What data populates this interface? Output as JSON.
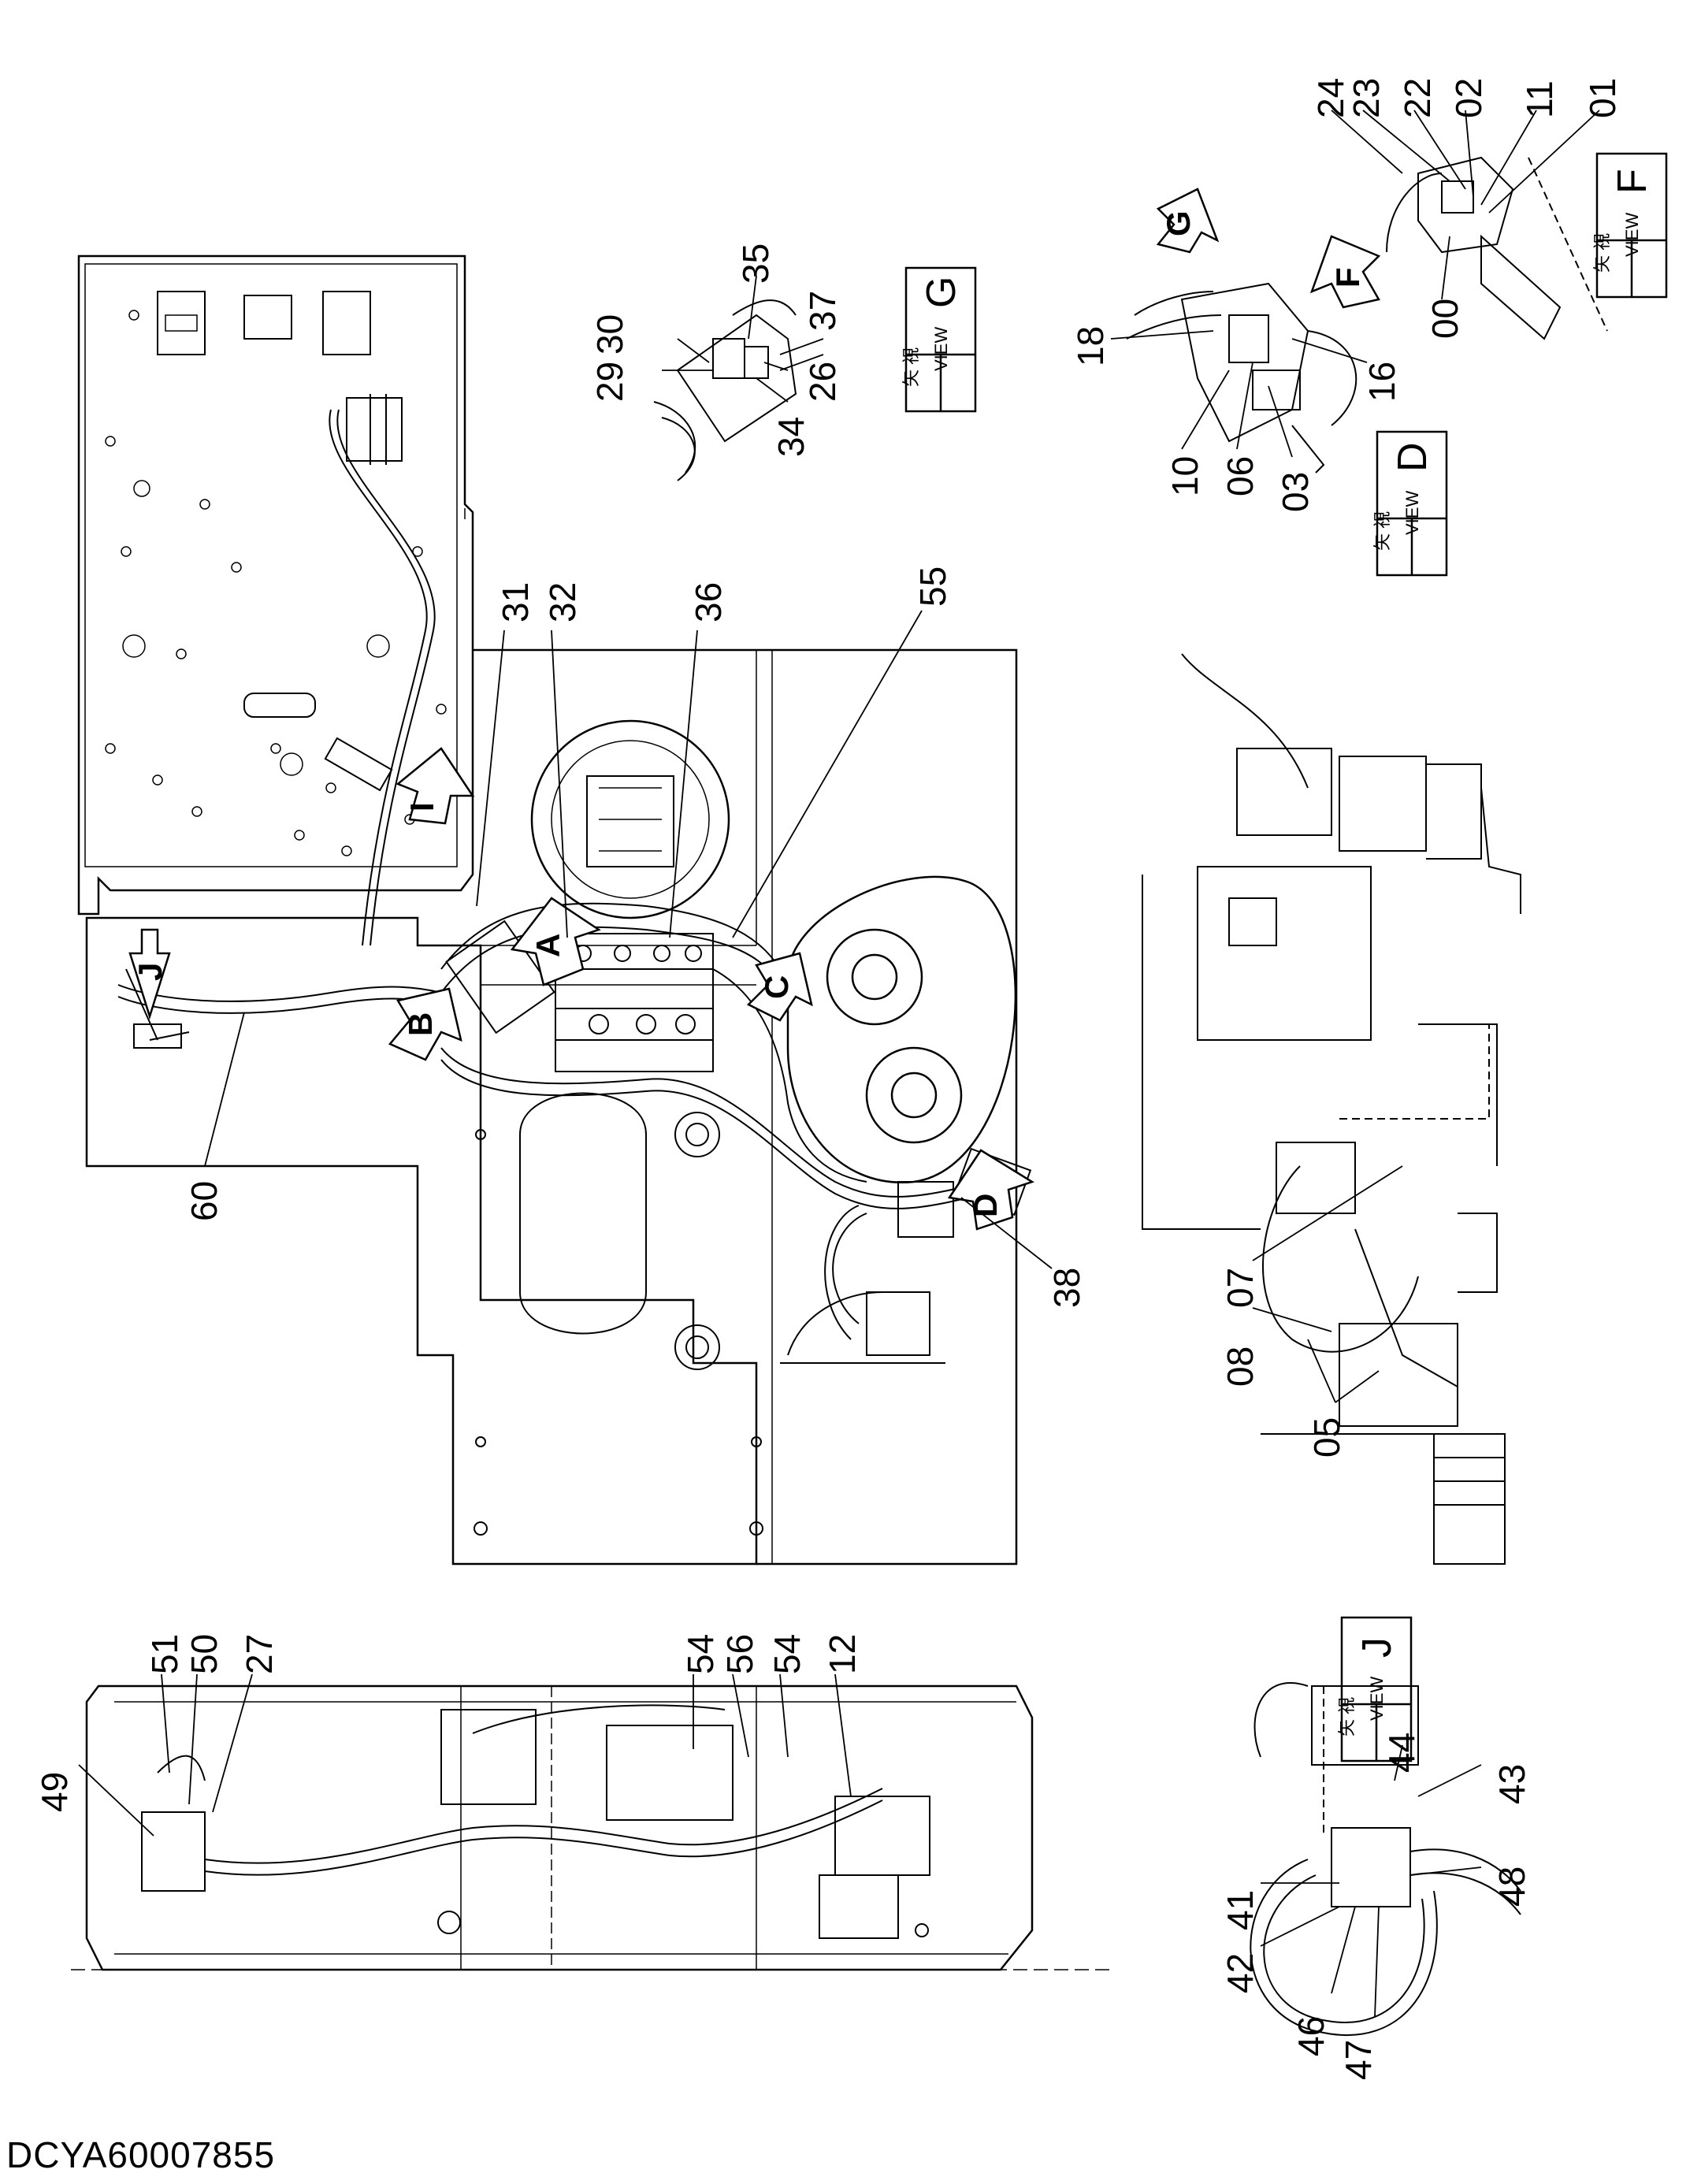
{
  "document_id": "DCYA60007855",
  "view_boxes": [
    {
      "kanji": "矢 視",
      "view": "VIEW",
      "letter": "G"
    },
    {
      "kanji": "矢 視",
      "view": "VIEW",
      "letter": "F"
    },
    {
      "kanji": "矢 視",
      "view": "VIEW",
      "letter": "D"
    },
    {
      "kanji": "矢 視",
      "view": "VIEW",
      "letter": "J"
    }
  ],
  "view_arrows": [
    "A",
    "B",
    "C",
    "D",
    "F",
    "G",
    "I",
    "J"
  ],
  "callouts": {
    "c24": "24",
    "c23": "23",
    "c22": "22",
    "c02": "02",
    "c11": "11",
    "c01": "01",
    "c00": "00",
    "c35": "35",
    "c30": "30",
    "c29": "29",
    "c37": "37",
    "c26": "26",
    "c34": "34",
    "c18": "18",
    "c16": "16",
    "c10": "10",
    "c06": "06",
    "c03": "03",
    "c31": "31",
    "c32": "32",
    "c36": "36",
    "c55": "55",
    "c60": "60",
    "c38": "38",
    "c07": "07",
    "c08": "08",
    "c05": "05",
    "c51": "51",
    "c50": "50",
    "c27": "27",
    "c49": "49",
    "c54a": "54",
    "c56": "56",
    "c54b": "54",
    "c12": "12",
    "c44": "44",
    "c43": "43",
    "c48": "48",
    "c41": "41",
    "c42": "42",
    "c46": "46",
    "c47": "47"
  }
}
